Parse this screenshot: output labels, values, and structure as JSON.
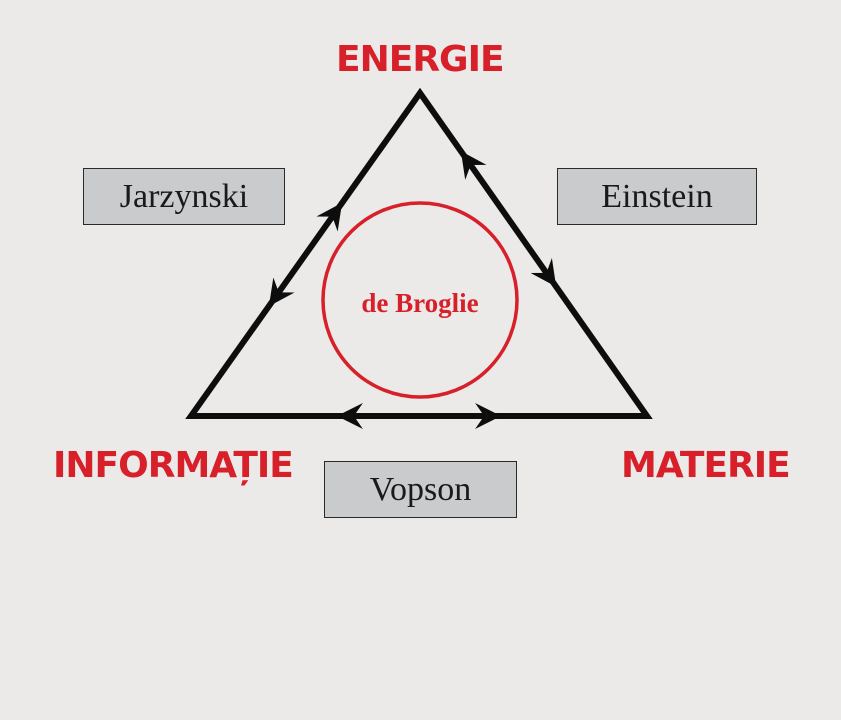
{
  "vertices": {
    "top": "ENERGIE",
    "left": "INFORMAȚIE",
    "right": "MATERIE"
  },
  "names": {
    "left_edge": "Jarzynski",
    "right_edge": "Einstein",
    "bottom_edge": "Vopson",
    "center": "de Broglie"
  },
  "colors": {
    "accent": "#d7202a",
    "line": "#0d0d0d",
    "box": "#c9cbcc",
    "background": "#ebeae8"
  }
}
